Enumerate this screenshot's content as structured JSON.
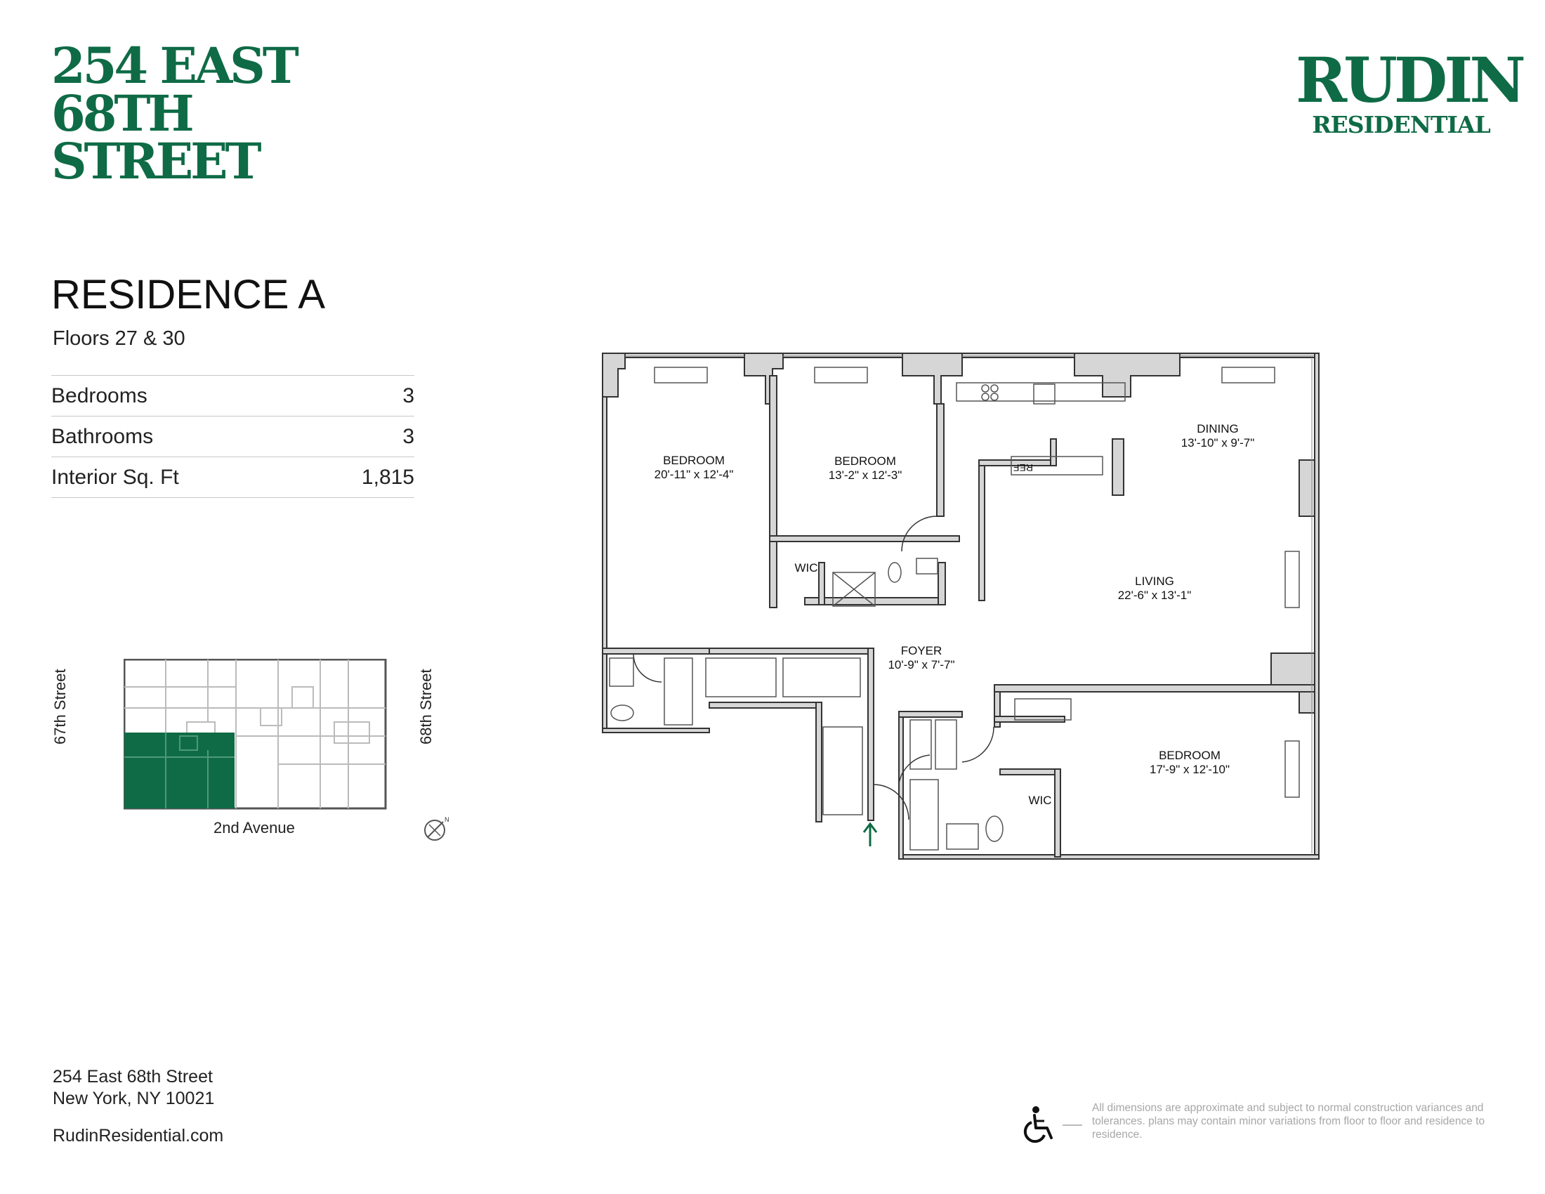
{
  "brand": {
    "title_lines": [
      "254 EAST",
      "68TH",
      "STREET"
    ],
    "logo_line1": "RUDIN",
    "logo_line2": "RESIDENTIAL"
  },
  "residence": {
    "title": "RESIDENCE A",
    "floors": "Floors 27 & 30",
    "stats": [
      {
        "label": "Bedrooms",
        "value": "3"
      },
      {
        "label": "Bathrooms",
        "value": "3"
      },
      {
        "label": "Interior Sq. Ft",
        "value": "1,815"
      }
    ]
  },
  "keyplan": {
    "west_street": "67th Street",
    "east_street": "68th Street",
    "south_street": "2nd Avenue",
    "compass_label": "N",
    "highlight_color": "#0e6b46"
  },
  "rooms": [
    {
      "name": "BEDROOM",
      "size": "20'-11\" x 12'-4\""
    },
    {
      "name": "BEDROOM",
      "size": "13'-2\" x 12'-3\""
    },
    {
      "name": "DINING",
      "size": "13'-10\" x 9'-7\""
    },
    {
      "name": "LIVING",
      "size": "22'-6\" x 13'-1\""
    },
    {
      "name": "FOYER",
      "size": "10'-9\" x 7'-7\""
    },
    {
      "name": "BEDROOM",
      "size": "17'-9\" x 12'-10\""
    }
  ],
  "plan_labels": {
    "wic": "WIC",
    "ref": "REF"
  },
  "footer": {
    "address_line1": "254 East 68th Street",
    "address_line2": "New York, NY 10021",
    "website": "RudinResidential.com",
    "disclaimer": "All dimensions are approximate and subject to normal construction variances and tolerances. plans may contain minor variations from floor to floor and residence to residence."
  },
  "colors": {
    "brand_green": "#0e6b46",
    "wall_fill": "#d6d6d6",
    "disclaimer_gray": "#a7a7a7"
  }
}
